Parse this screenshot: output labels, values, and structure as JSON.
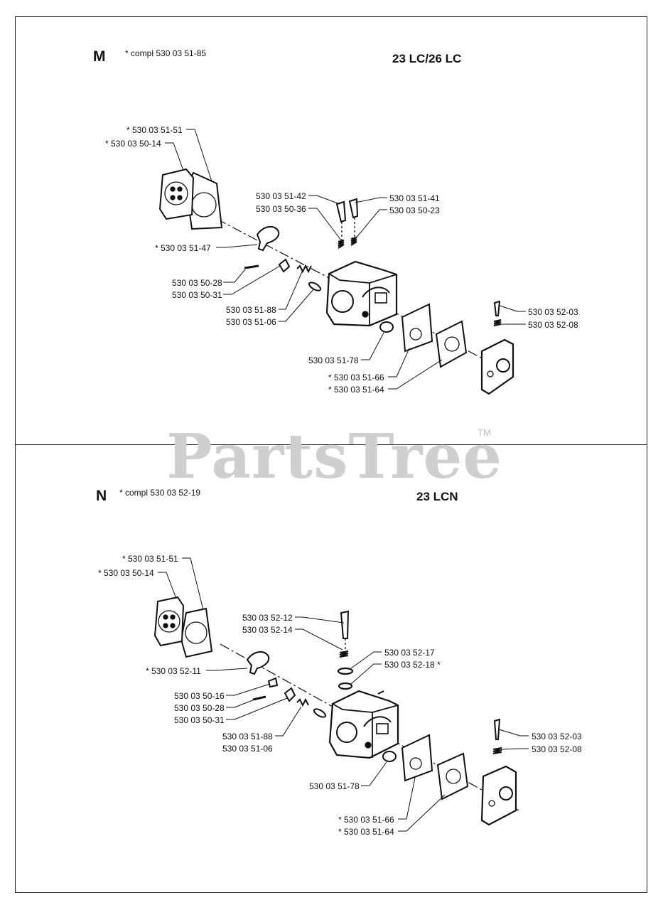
{
  "watermark": {
    "text": "PartsTree",
    "tm": "TM"
  },
  "sections": [
    {
      "letter": "M",
      "compl": "*  compl 530 03 51-85",
      "model": "23 LC/26 LC",
      "labels": {
        "l1": "*  530 03 51-51",
        "l2": "*  530 03 50-14",
        "l3": "530 03 51-42",
        "l4": "530 03 50-36",
        "l5": "530 03 51-41",
        "l6": "530 03 50-23",
        "l7": "*  530 03 51-47",
        "l8": "530 03 50-28",
        "l9": "530 03 50-31",
        "l10": "530 03 51-88",
        "l11": "530 03 51-06",
        "l12": "530 03 52-03",
        "l13": "530 03 52-08",
        "l14": "530 03 51-78",
        "l15": "*  530 03 51-66",
        "l16": "*  530 03 51-64"
      }
    },
    {
      "letter": "N",
      "compl": "*  compl 530 03 52-19",
      "model": "23 LCN",
      "labels": {
        "l1": "*  530 03 51-51",
        "l2": "*  530 03 50-14",
        "l3": "530 03 52-12",
        "l4": "530 03 52-14",
        "l5": "530 03 52-17",
        "l6": "530 03 52-18  *",
        "l7": "*  530 03 52-11",
        "l8": "530 03 50-16",
        "l9": "530 03 50-28",
        "l10": "530 03 50-31",
        "l11": "530 03 51-88",
        "l12": "530 03 51-06",
        "l13": "530 03 52-03",
        "l14": "530 03 52-08",
        "l15": "530 03 51-78",
        "l16": "*  530 03 51-66",
        "l17": "*  530 03 51-64"
      }
    }
  ]
}
